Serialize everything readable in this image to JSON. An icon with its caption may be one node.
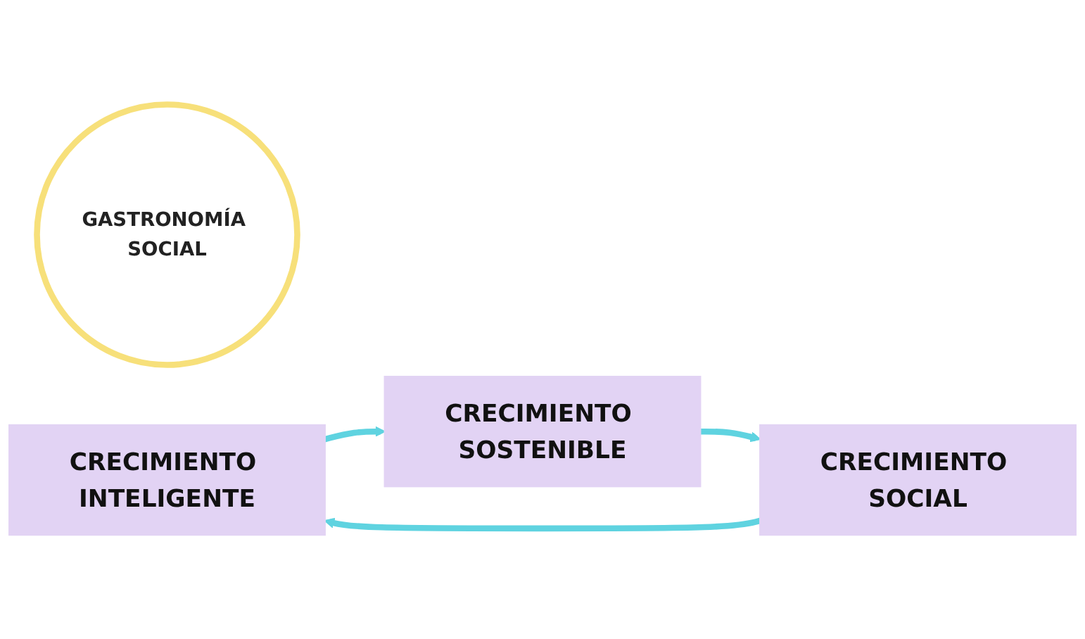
{
  "diagram": {
    "nodes": [
      {
        "text": [
          "GASTRONOMÍA SOCIAL"
        ]
      },
      {
        "text": [
          "CRECIMIENTO INTELIGENTE"
        ]
      },
      {
        "text": [
          "CRECIMIENTO SOSTENIBLE"
        ]
      },
      {
        "text": [
          "CRECIMIENTO SOCIAL"
        ]
      }
    ],
    "edges": [
      {
        "from": 1,
        "to": 2,
        "arrow": "to"
      },
      {
        "from": 2,
        "to": 3,
        "arrow": "to"
      },
      {
        "from": 3,
        "to": 1,
        "arrow": "to"
      }
    ]
  }
}
